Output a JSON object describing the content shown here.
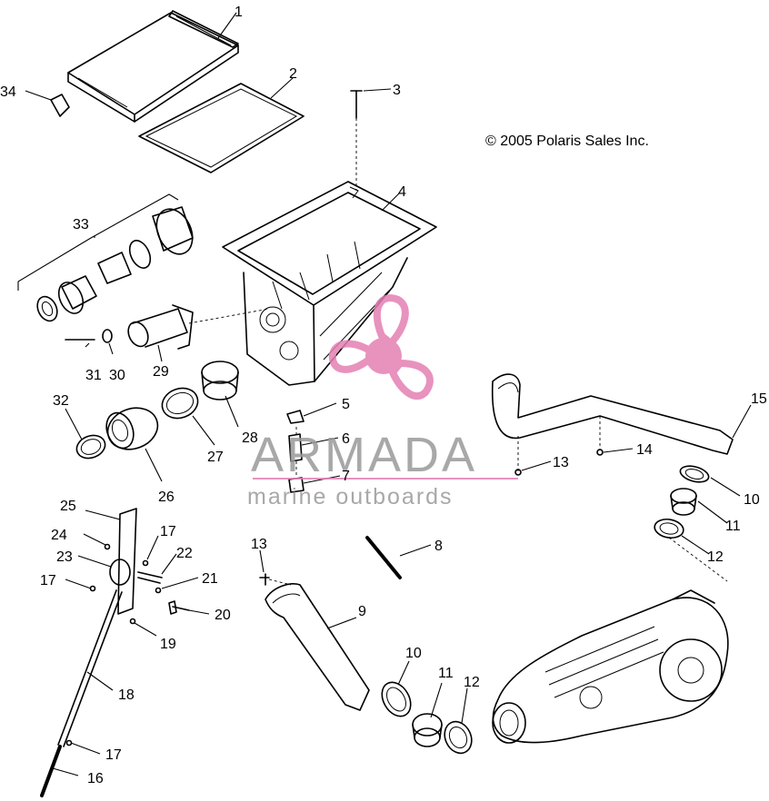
{
  "copyright": "© 2005 Polaris Sales Inc.",
  "watermark": {
    "brand": "ARMADA",
    "tagline": "marine outboards"
  },
  "colors": {
    "line": "#000000",
    "watermark_text": "#9a9a9a",
    "watermark_logo": "#e57fb3"
  },
  "callouts": [
    "1",
    "2",
    "3",
    "4",
    "5",
    "6",
    "7",
    "8",
    "9",
    "10",
    "10",
    "11",
    "11",
    "12",
    "12",
    "13",
    "13",
    "14",
    "15",
    "16",
    "17",
    "17",
    "17",
    "18",
    "19",
    "20",
    "21",
    "22",
    "23",
    "24",
    "25",
    "26",
    "27",
    "28",
    "29",
    "30",
    "31",
    "32",
    "33",
    "34"
  ]
}
